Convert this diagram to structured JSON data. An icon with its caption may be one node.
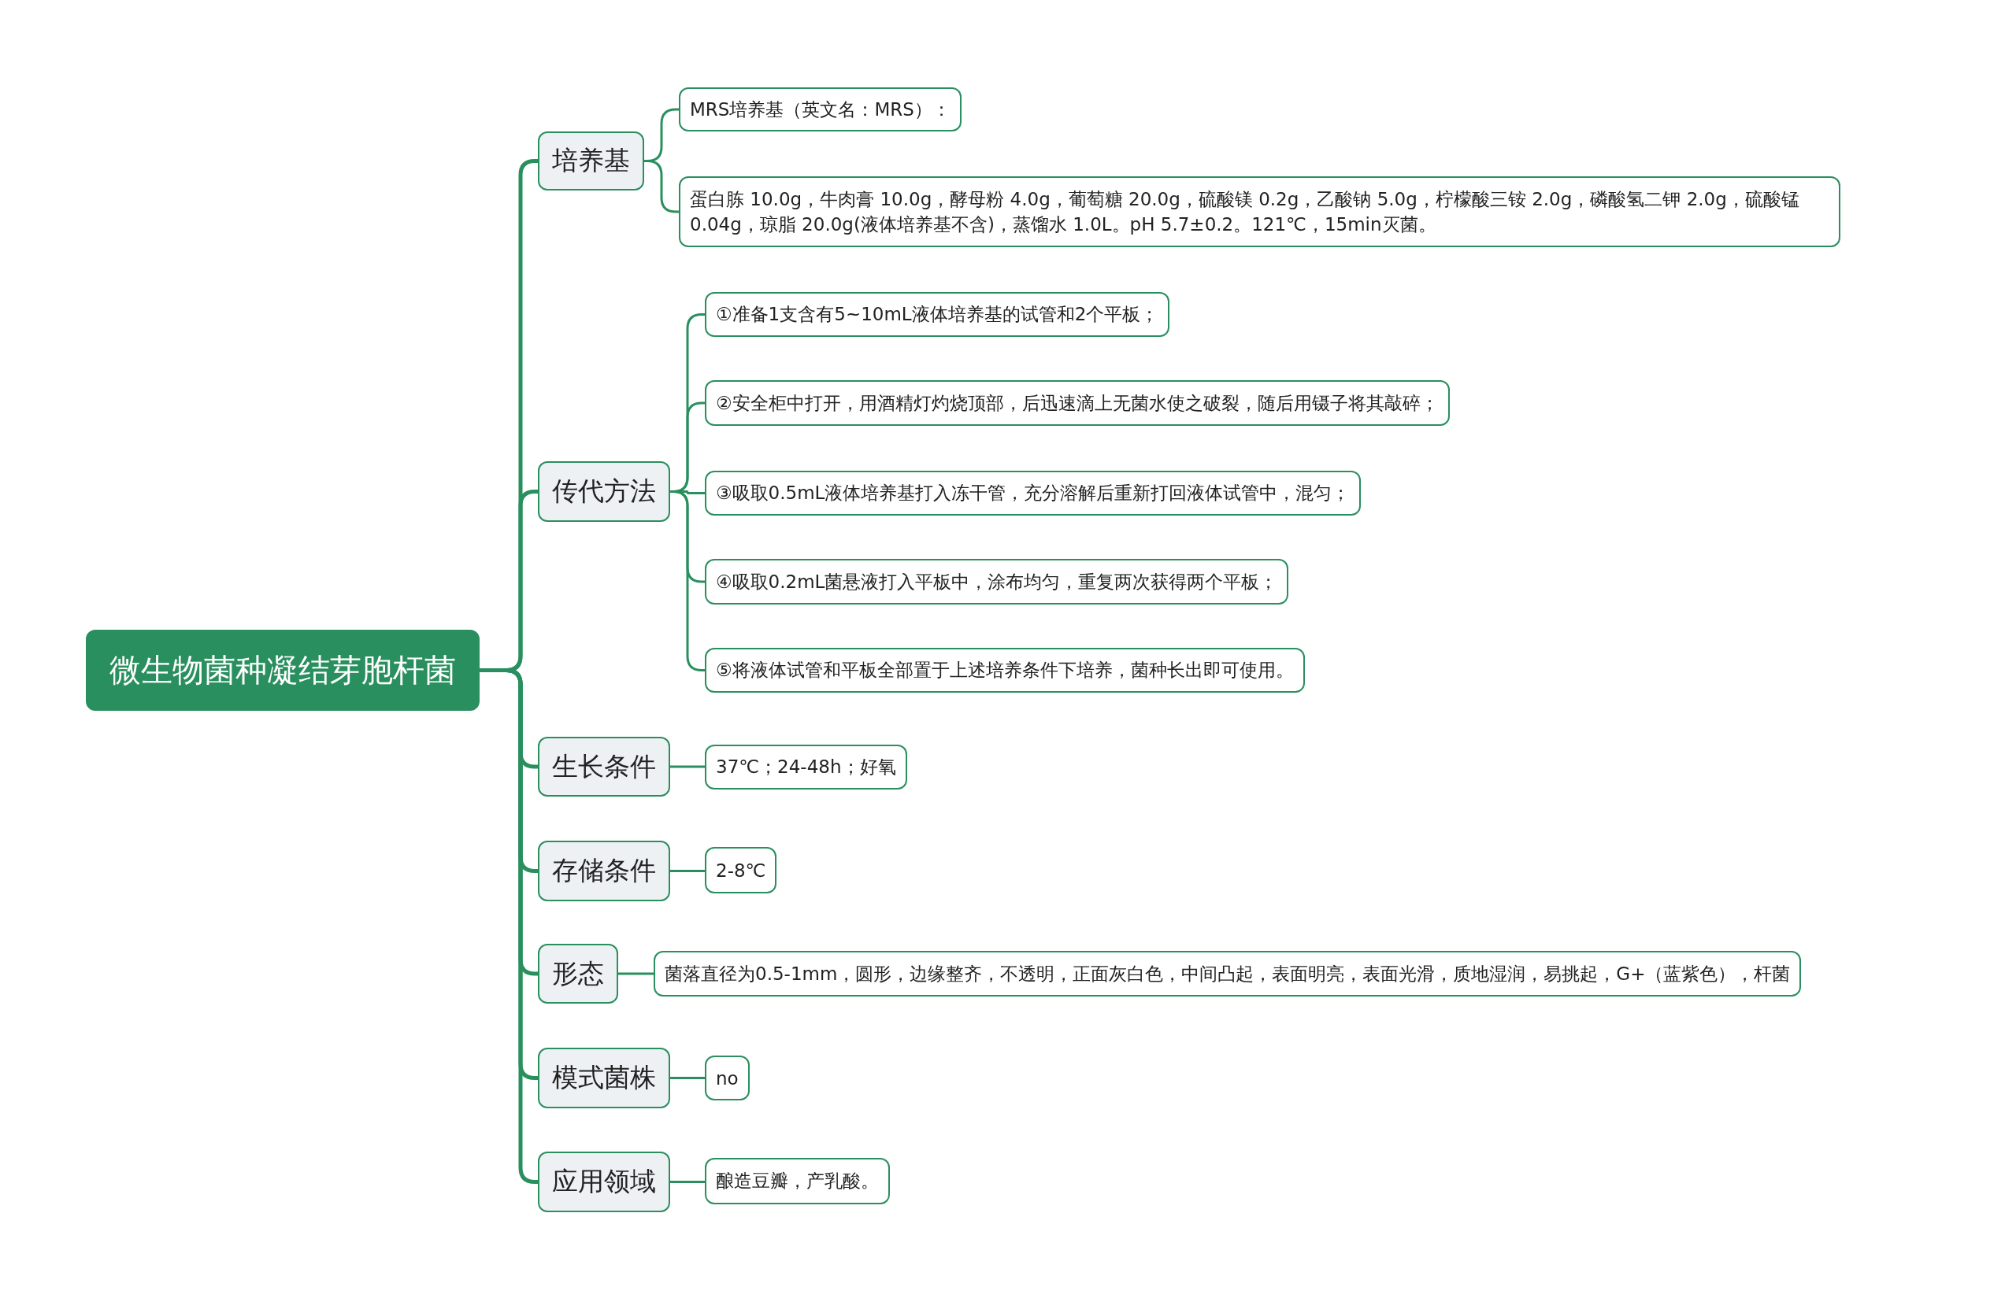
{
  "diagram": {
    "nodes": [
      {
        "text": [
          "微生物菌种凝结芽胞杆菌"
        ]
      },
      {
        "text": [
          "培养基"
        ]
      },
      {
        "text": [
          "MRS培养基（英文名：MRS）："
        ]
      },
      {
        "text": [
          "蛋白胨 10.0g，牛肉膏 10.0g，酵母粉 4.0g，葡萄糖 20.0g，硫酸镁 0.2g，乙酸钠 5.0g，柠檬酸三铵 2.0g，磷酸氢二钾 2.0g，硫酸锰 0.04g，琼脂 20.0g(液体培养基不含)，蒸馏水 1.0L。pH 5.7±0.2。121℃，15min灭菌。"
        ]
      },
      {
        "text": [
          "传代方法"
        ]
      },
      {
        "text": [
          "①准备1支含有5~10mL液体培养基的试管和2个平板；"
        ]
      },
      {
        "text": [
          "②安全柜中打开，用酒精灯灼烧顶部，后迅速滴上无菌水使之破裂，随后用镊子将其敲碎；"
        ]
      },
      {
        "text": [
          "③吸取0.5mL液体培养基打入冻干管，充分溶解后重新打回液体试管中，混匀；"
        ]
      },
      {
        "text": [
          "④吸取0.2mL菌悬液打入平板中，涂布均匀，重复两次获得两个平板；"
        ]
      },
      {
        "text": [
          "⑤将液体试管和平板全部置于上述培养条件下培养，菌种长出即可使用。"
        ]
      },
      {
        "text": [
          "生长条件"
        ]
      },
      {
        "text": [
          "37℃；24-48h；好氧"
        ]
      },
      {
        "text": [
          "存储条件"
        ]
      },
      {
        "text": [
          "2-8℃"
        ]
      },
      {
        "text": [
          "形态"
        ]
      },
      {
        "text": [
          "菌落直径为0.5-1mm，圆形，边缘整齐，不透明，正面灰白色，中间凸起，表面明亮，表面光滑，质地湿润，易挑起，G+（蓝紫色），杆菌"
        ]
      },
      {
        "text": [
          "模式菌株"
        ]
      },
      {
        "text": [
          "no"
        ]
      },
      {
        "text": [
          "应用领域"
        ]
      },
      {
        "text": [
          "酿造豆瓣，产乳酸。"
        ]
      }
    ],
    "edges": [
      {
        "from": 0,
        "to": 1,
        "arrow": "none"
      },
      {
        "from": 0,
        "to": 4,
        "arrow": "none"
      },
      {
        "from": 0,
        "to": 10,
        "arrow": "none"
      },
      {
        "from": 0,
        "to": 12,
        "arrow": "none"
      },
      {
        "from": 0,
        "to": 14,
        "arrow": "none"
      },
      {
        "from": 0,
        "to": 16,
        "arrow": "none"
      },
      {
        "from": 0,
        "to": 18,
        "arrow": "none"
      },
      {
        "from": 1,
        "to": 2,
        "arrow": "none"
      },
      {
        "from": 1,
        "to": 3,
        "arrow": "none"
      },
      {
        "from": 4,
        "to": 5,
        "arrow": "none"
      },
      {
        "from": 4,
        "to": 6,
        "arrow": "none"
      },
      {
        "from": 4,
        "to": 7,
        "arrow": "none"
      },
      {
        "from": 4,
        "to": 8,
        "arrow": "none"
      },
      {
        "from": 4,
        "to": 9,
        "arrow": "none"
      },
      {
        "from": 10,
        "to": 11,
        "arrow": "none"
      },
      {
        "from": 12,
        "to": 13,
        "arrow": "none"
      },
      {
        "from": 14,
        "to": 15,
        "arrow": "none"
      },
      {
        "from": 16,
        "to": 17,
        "arrow": "none"
      },
      {
        "from": 18,
        "to": 19,
        "arrow": "none"
      }
    ]
  }
}
